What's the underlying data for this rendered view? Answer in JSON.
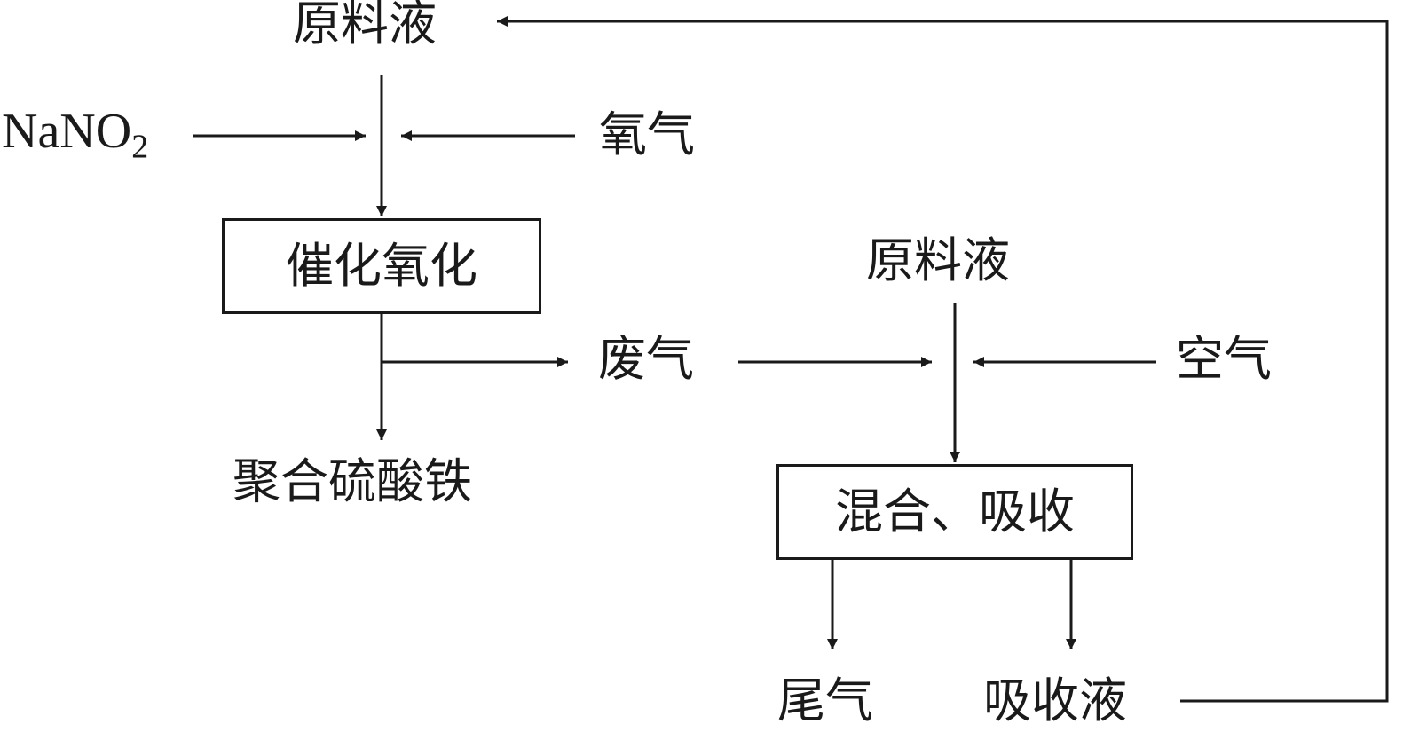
{
  "diagram": {
    "nodes": {
      "raw_liquid_top": "原料液",
      "nano2_main": "NaNO",
      "nano2_sub": "2",
      "oxygen": "氧气",
      "catalytic_oxidation": "催化氧化",
      "waste_gas": "废气",
      "polyferric_sulfate": "聚合硫酸铁",
      "raw_liquid_mid": "原料液",
      "air": "空气",
      "mix_absorb": "混合、吸收",
      "tail_gas": "尾气",
      "absorption_liquid": "吸收液"
    },
    "colors": {
      "stroke": "#1a1a1a",
      "background": "#ffffff"
    }
  }
}
